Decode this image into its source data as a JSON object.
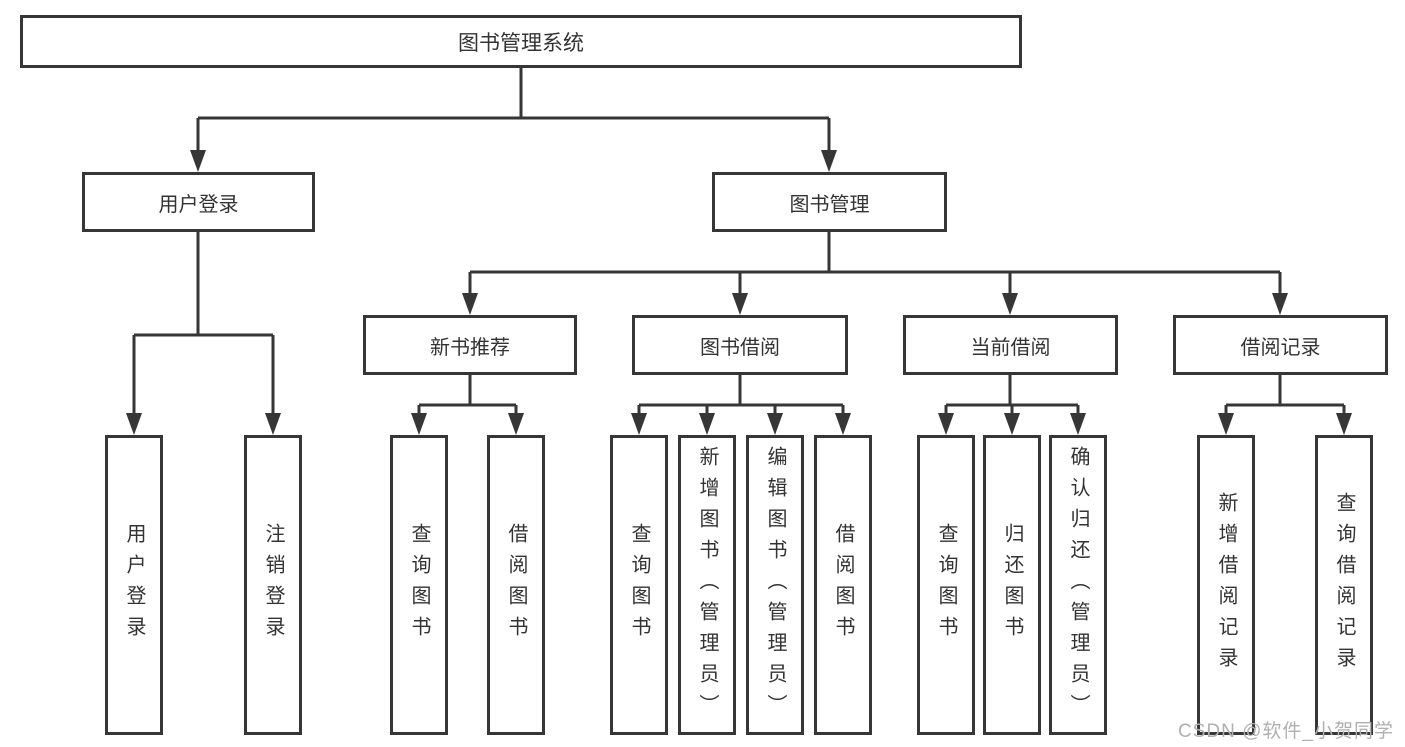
{
  "page": {
    "background": "#ffffff"
  },
  "diagram": {
    "type": "hierarchy-tree",
    "line_color": "#363636",
    "text_color": "#333333",
    "root": {
      "label": "图书管理系统"
    },
    "level2": [
      {
        "id": "user-login",
        "label": "用户登录"
      },
      {
        "id": "book-management",
        "label": "图书管理"
      }
    ],
    "level3": [
      {
        "id": "new-book-recommend",
        "label": "新书推荐"
      },
      {
        "id": "book-borrowing",
        "label": "图书借阅"
      },
      {
        "id": "current-borrowing",
        "label": "当前借阅"
      },
      {
        "id": "borrow-records",
        "label": "借阅记录"
      }
    ],
    "leaves": {
      "user_login": [
        "用户登录",
        "注销登录"
      ],
      "new_book_recommend": [
        "查询图书",
        "借阅图书"
      ],
      "book_borrowing": [
        "查询图书",
        "新增图书（管理员）",
        "编辑图书（管理员）",
        "借阅图书"
      ],
      "current_borrowing": [
        "查询图书",
        "归还图书",
        "确认归还（管理员）"
      ],
      "borrow_records": [
        "新增借阅记录",
        "查询借阅记录"
      ]
    },
    "watermark": "CSDN @软件_小贺同学",
    "watermark_color": "#b0b0b0"
  }
}
